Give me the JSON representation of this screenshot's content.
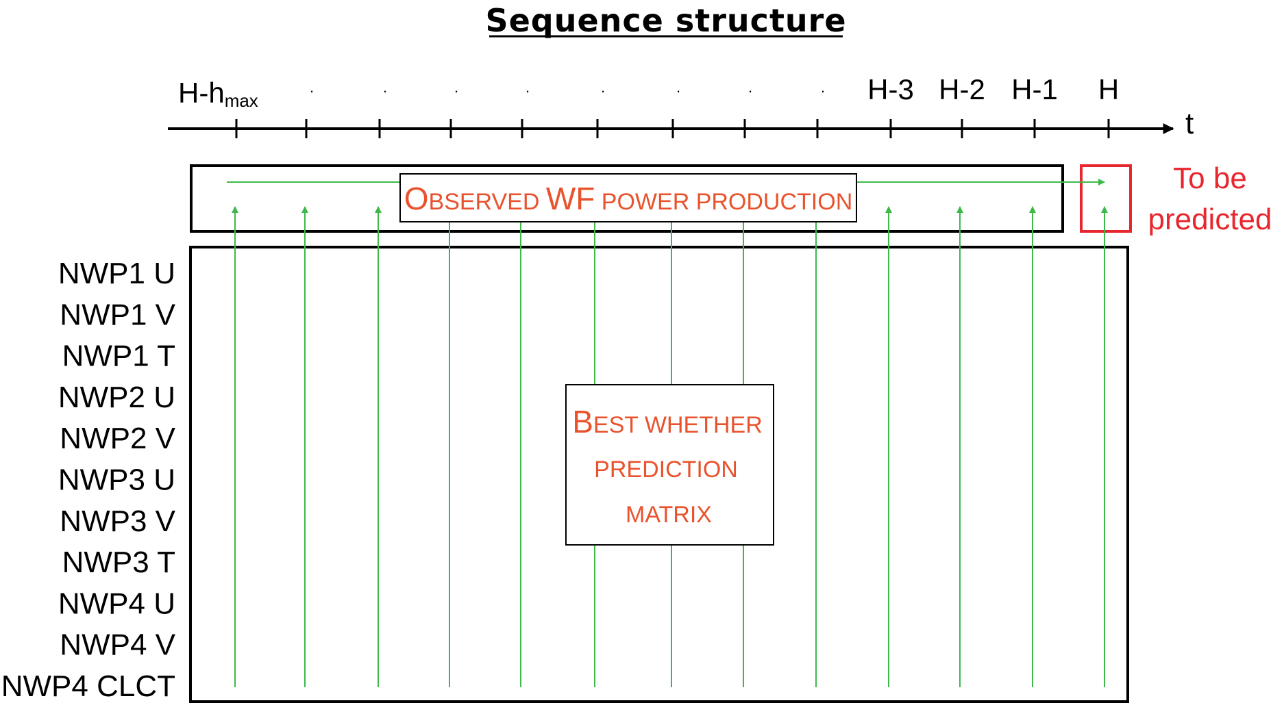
{
  "title": "Sequence structure",
  "axis": {
    "label": "t",
    "ticks": [
      {
        "label": "H-h",
        "sub": "max"
      },
      {
        "label": "."
      },
      {
        "label": "."
      },
      {
        "label": "."
      },
      {
        "label": "."
      },
      {
        "label": "."
      },
      {
        "label": "."
      },
      {
        "label": "."
      },
      {
        "label": "."
      },
      {
        "label": "H-3"
      },
      {
        "label": "H-2"
      },
      {
        "label": "H-1"
      },
      {
        "label": "H"
      }
    ]
  },
  "observed_box": {
    "cap1": "O",
    "rest1": "BSERVED ",
    "cap2": "WF",
    "rest2": " POWER PRODUCTION"
  },
  "prediction_target": {
    "line1": "To be",
    "line2": "predicted"
  },
  "matrix_box": {
    "cap": "B",
    "line1_rest": "EST WHETHER",
    "line2": "PREDICTION",
    "line3": "MATRIX"
  },
  "rows": [
    "NWP1 U",
    "NWP1 V",
    "NWP1 T",
    "NWP2 U",
    "NWP2 V",
    "NWP3 U",
    "NWP3 V",
    "NWP3 T",
    "NWP4 U",
    "NWP4 V",
    "NWP4 CLCT"
  ],
  "colors": {
    "arrow": "#3db94a",
    "highlight": "#e8262d",
    "label": "#e8532d"
  }
}
